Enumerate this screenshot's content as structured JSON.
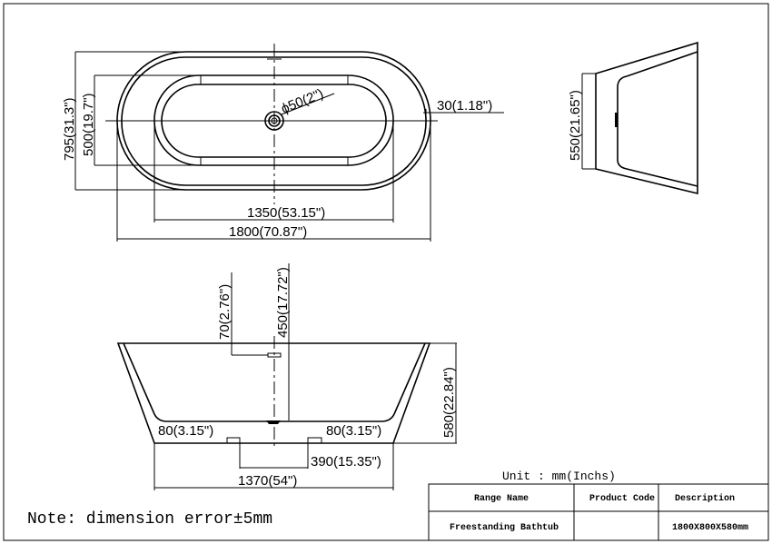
{
  "top_view": {
    "dim_width_overall": "1800(70.87\")",
    "dim_width_inner": "1350(53.15\")",
    "dim_depth_overall": "795(31.3\")",
    "dim_depth_inner": "500(19.7\")",
    "dim_drain": "ϕ50(2\")",
    "dim_rim": "30(1.18\")"
  },
  "side_view": {
    "dim_height": "550(21.65\")"
  },
  "front_view": {
    "dim_overflow": "70(2.76\")",
    "dim_drain_height": "450(17.72\")",
    "dim_height": "580(22.84\")",
    "dim_foot_left": "80(3.15\")",
    "dim_foot_right": "80(3.15\")",
    "dim_foot_spacing": "390(15.35\")",
    "dim_base_width": "1370(54\")"
  },
  "note": "Note: dimension error±5mm",
  "unit": "Unit : mm(Inchs)",
  "spec_table": {
    "headers": [
      "Range Name",
      "Product Code",
      "Description"
    ],
    "row": [
      "Freestanding Bathtub",
      "",
      "1800X800X580mm"
    ]
  }
}
